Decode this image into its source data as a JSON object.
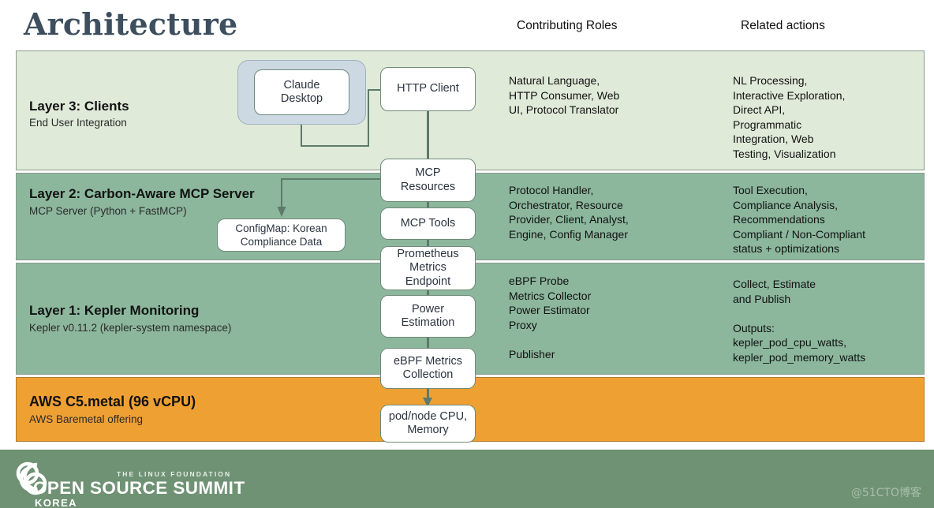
{
  "title": "Architecture",
  "columns": {
    "roles_header": "Contributing Roles",
    "actions_header": "Related actions"
  },
  "layers": [
    {
      "id": "layer3",
      "title": "Layer 3: Clients",
      "subtitle": "End User Integration",
      "color": "#e0ead9",
      "roles": "Natural Language,\nHTTP Consumer, Web\nUI, Protocol Translator",
      "actions": "NL Processing,\nInteractive Exploration,\nDirect API,\nProgrammatic\nIntegration, Web\nTesting, Visualization"
    },
    {
      "id": "layer2",
      "title": "Layer 2: Carbon-Aware MCP Server",
      "subtitle": "MCP Server (Python + FastMCP)",
      "color": "#8cb79d",
      "roles": "Protocol Handler,\nOrchestrator, Resource\nProvider, Client, Analyst,\nEngine, Config Manager",
      "actions": "Tool Execution,\nCompliance Analysis,\nRecommendations\nCompliant / Non-Compliant\n status + optimizations"
    },
    {
      "id": "layer1",
      "title": "Layer 1: Kepler Monitoring",
      "subtitle": "Kepler v0.11.2 (kepler-system namespace)",
      "color": "#8cb79d",
      "roles": "eBPF Probe\nMetrics Collector\nPower Estimator\nProxy\n\nPublisher",
      "actions": "Collect, Estimate\nand Publish\n\nOutputs:\nkepler_pod_cpu_watts,\nkepler_pod_memory_watts"
    },
    {
      "id": "layer0",
      "title": "AWS C5.metal (96 vCPU)",
      "subtitle": "AWS Baremetal offering",
      "color": "#efa033",
      "roles": "",
      "actions": ""
    }
  ],
  "nodes": {
    "claude_desktop": "Claude\nDesktop",
    "http_client": "HTTP Client",
    "mcp_resources": "MCP\nResources",
    "mcp_tools": "MCP Tools",
    "prometheus": "Prometheus\nMetrics\nEndpoint",
    "power_estimation": "Power\nEstimation",
    "ebpf_metrics": "eBPF Metrics\nCollection",
    "pod_node": "pod/node CPU,\nMemory",
    "configmap": "ConfigMap: Korean\nCompliance Data"
  },
  "footer": {
    "linux_foundation": "THE LINUX FOUNDATION",
    "summit": "OPEN SOURCE SUMMIT",
    "region": "KOREA",
    "watermark": "@51CTO博客",
    "band_color": "#6f9274"
  }
}
